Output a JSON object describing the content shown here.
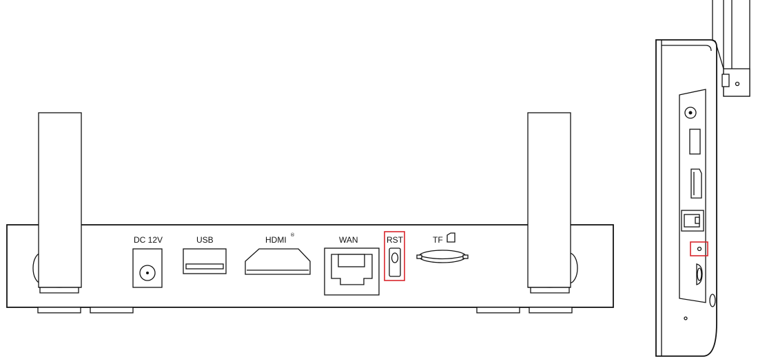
{
  "labels": {
    "dc": "DC 12V",
    "usb": "USB",
    "hdmi": "HDMI",
    "hdmi_mark": "®",
    "wan": "WAN",
    "rst": "RST",
    "tf": "TF"
  },
  "icons": {
    "tf_card": "sd-card-icon"
  },
  "colors": {
    "line": "#111111",
    "highlight": "#d9252b",
    "background": "#ffffff"
  }
}
